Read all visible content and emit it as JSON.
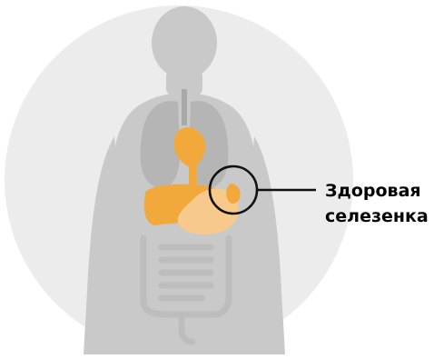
{
  "callout": {
    "line1": "Здоровая",
    "line2": "селезенка"
  },
  "colors": {
    "background_disc": "#ececec",
    "silhouette": "#c9c9c9",
    "organs_gray": "#b9b9b9",
    "organs_highlight": "#f2a93b",
    "stomach_highlight": "#f7c98a",
    "callout_ring": "#111111"
  },
  "icons": [
    "human-body-silhouette",
    "lungs-icon",
    "heart-icon",
    "liver-icon",
    "stomach-icon",
    "spleen-icon",
    "intestines-icon"
  ]
}
